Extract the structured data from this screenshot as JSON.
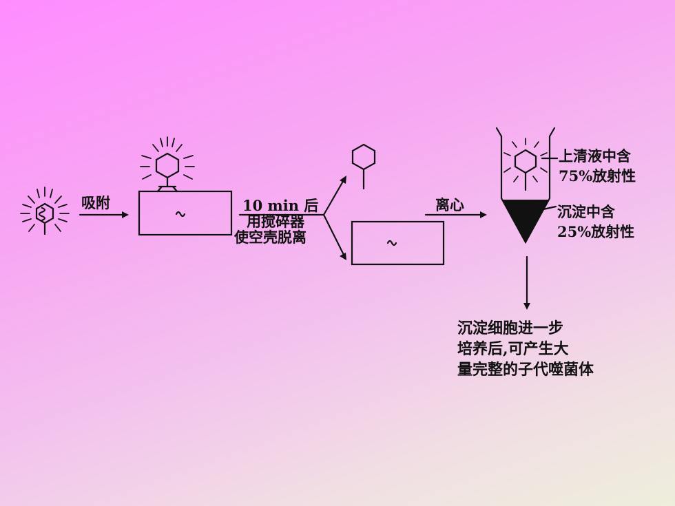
{
  "labels": {
    "adsorb": "吸附",
    "step_line1": "10 min 后",
    "step_line2": "用搅碎器",
    "step_line3": "使空壳脱离",
    "centrifuge": "离心",
    "supernatant_line1": "上清液中含",
    "supernatant_line2": "75%放射性",
    "sediment_line1": "沉淀中含",
    "sediment_line2": "25%放射性",
    "result_line1": "沉淀细胞进一步",
    "result_line2": "培养后,可产生大",
    "result_line3": "量完整的子代噬菌体"
  },
  "colors": {
    "ink": "#111111",
    "background_top": "#ff8cff",
    "background_bottom": "#eeeedc"
  }
}
